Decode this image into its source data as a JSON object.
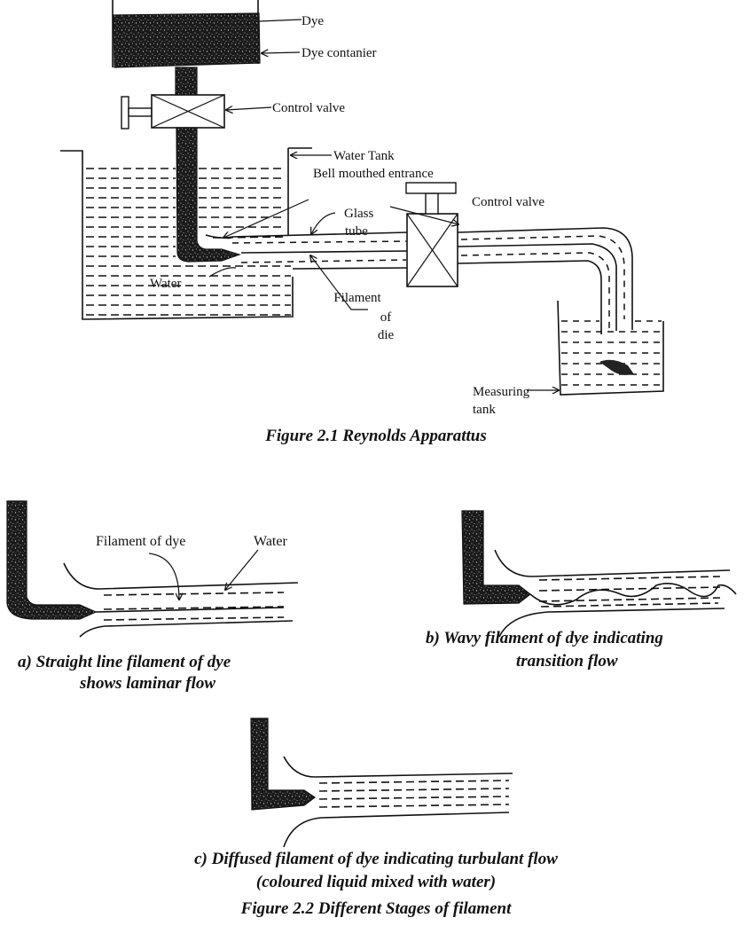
{
  "figure1": {
    "caption": "Figure 2.1 Reynolds Apparattus",
    "labels": {
      "dye": "Dye",
      "dye_container": "Dye contanier",
      "control_valve_top": "Control valve",
      "water_tank": "Water Tank",
      "bell_mouthed_entrance": "Bell mouthed entrance",
      "glass": "Glass",
      "tube": "tube",
      "control_valve_right": "Control valve",
      "water": "Water",
      "filament_line1": "Filament",
      "filament_line2": "of",
      "filament_line3": "die",
      "measuring": "Measuring",
      "tank": "tank"
    }
  },
  "figure2": {
    "caption": "Figure 2.2 Different Stages of filament",
    "panel_a": {
      "label_filament": "Filament of dye",
      "label_water": "Water",
      "caption_line1": "a) Straight line filament of dye",
      "caption_line2": "shows laminar flow"
    },
    "panel_b": {
      "caption_line1": "b) Wavy filament of dye indicating",
      "caption_line2": "transition flow"
    },
    "panel_c": {
      "caption_line1": "c) Diffused filament of dye indicating turbulant flow",
      "caption_line2": "(coloured liquid mixed with water)"
    }
  }
}
